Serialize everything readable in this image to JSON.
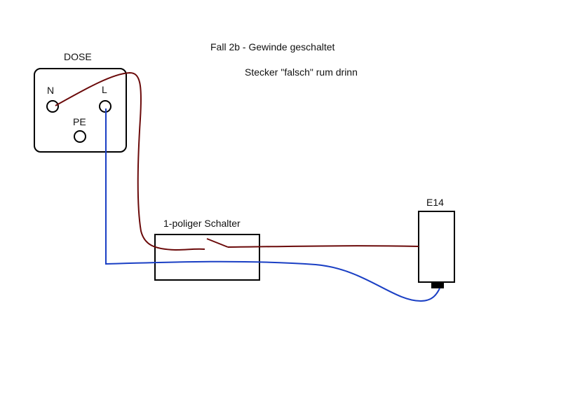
{
  "title": "Fall 2b - Gewinde geschaltet",
  "subtitle": "Stecker \"falsch\" rum drinn",
  "outlet": {
    "label": "DOSE",
    "terminals": {
      "n": "N",
      "l": "L",
      "pe": "PE"
    }
  },
  "switch": {
    "label": "1-poliger Schalter"
  },
  "lamp": {
    "label": "E14"
  },
  "colors": {
    "neutral_wire": "#6b0a0a",
    "live_wire": "#1a3fc4",
    "outline": "#000000"
  }
}
